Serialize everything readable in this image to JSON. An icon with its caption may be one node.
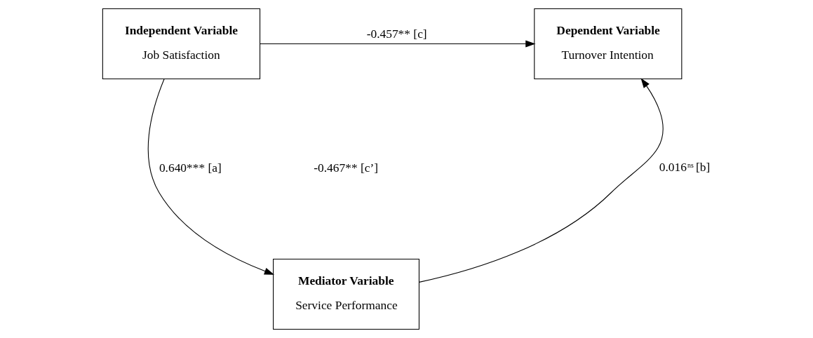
{
  "diagram": {
    "nodes": [
      {
        "text": [
          "Independent Variable",
          "Job Satisfaction"
        ]
      },
      {
        "text": [
          "Dependent Variable",
          "Turnover Intention"
        ]
      },
      {
        "text": [
          "Mediator Variable",
          "Service Performance"
        ]
      }
    ],
    "edges": [
      {
        "from": 0,
        "to": 1,
        "arrow": "to",
        "label": "-0.457** [c]"
      },
      {
        "from": 0,
        "to": 2,
        "arrow": "to",
        "label": "0.640*** [a]"
      },
      {
        "from": 2,
        "to": 1,
        "arrow": "to",
        "label": "0.016$^{ns}$ [b]"
      }
    ],
    "labels": [
      "-0.467** [c’]"
    ]
  }
}
